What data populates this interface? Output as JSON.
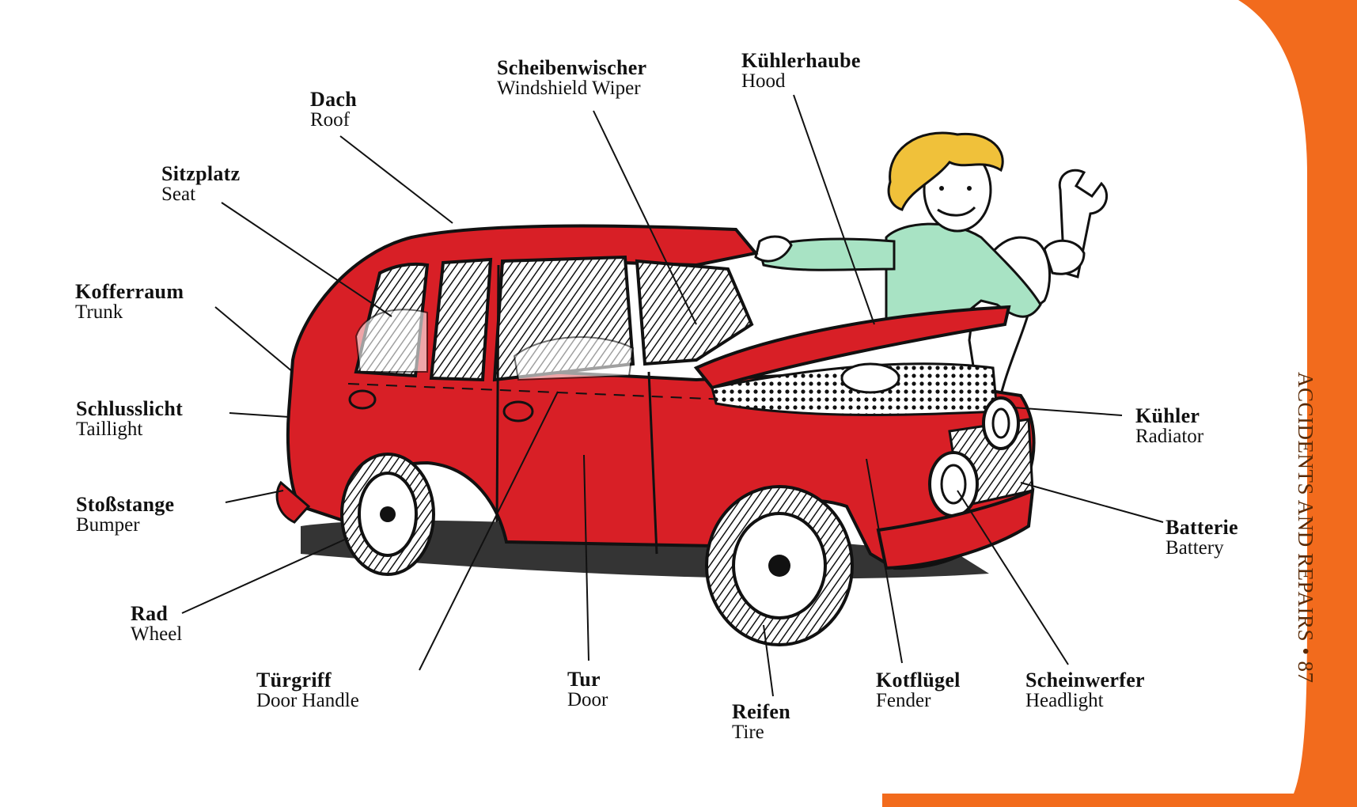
{
  "colors": {
    "car_red": "#d81f26",
    "orange_tab": "#f26b1d",
    "shirt": "#a8e3c4",
    "hair": "#f0c13a",
    "ink": "#111111"
  },
  "labels": [
    {
      "id": "dach",
      "de": "Dach",
      "en": "Roof"
    },
    {
      "id": "sitzplatz",
      "de": "Sitzplatz",
      "en": "Seat"
    },
    {
      "id": "kofferraum",
      "de": "Kofferraum",
      "en": "Trunk"
    },
    {
      "id": "schlusslicht",
      "de": "Schlusslicht",
      "en": "Taillight"
    },
    {
      "id": "stossstange",
      "de": "Stoßstange",
      "en": "Bumper"
    },
    {
      "id": "rad",
      "de": "Rad",
      "en": "Wheel"
    },
    {
      "id": "tuergriff",
      "de": "Türgriff",
      "en": "Door Handle"
    },
    {
      "id": "tur",
      "de": "Tur",
      "en": "Door"
    },
    {
      "id": "reifen",
      "de": "Reifen",
      "en": "Tire"
    },
    {
      "id": "kotfluegel",
      "de": "Kotflügel",
      "en": "Fender"
    },
    {
      "id": "scheinwerfer",
      "de": "Scheinwerfer",
      "en": "Headlight"
    },
    {
      "id": "batterie",
      "de": "Batterie",
      "en": "Battery"
    },
    {
      "id": "kuehler",
      "de": "Kühler",
      "en": "Radiator"
    },
    {
      "id": "kuehlerhaube",
      "de": "Kühlerhaube",
      "en": "Hood"
    },
    {
      "id": "scheibenwischer",
      "de": "Scheibenwischer",
      "en": "Windshield Wiper"
    }
  ],
  "side_text": "ACCIDENTS AND REPAIRS • 87"
}
